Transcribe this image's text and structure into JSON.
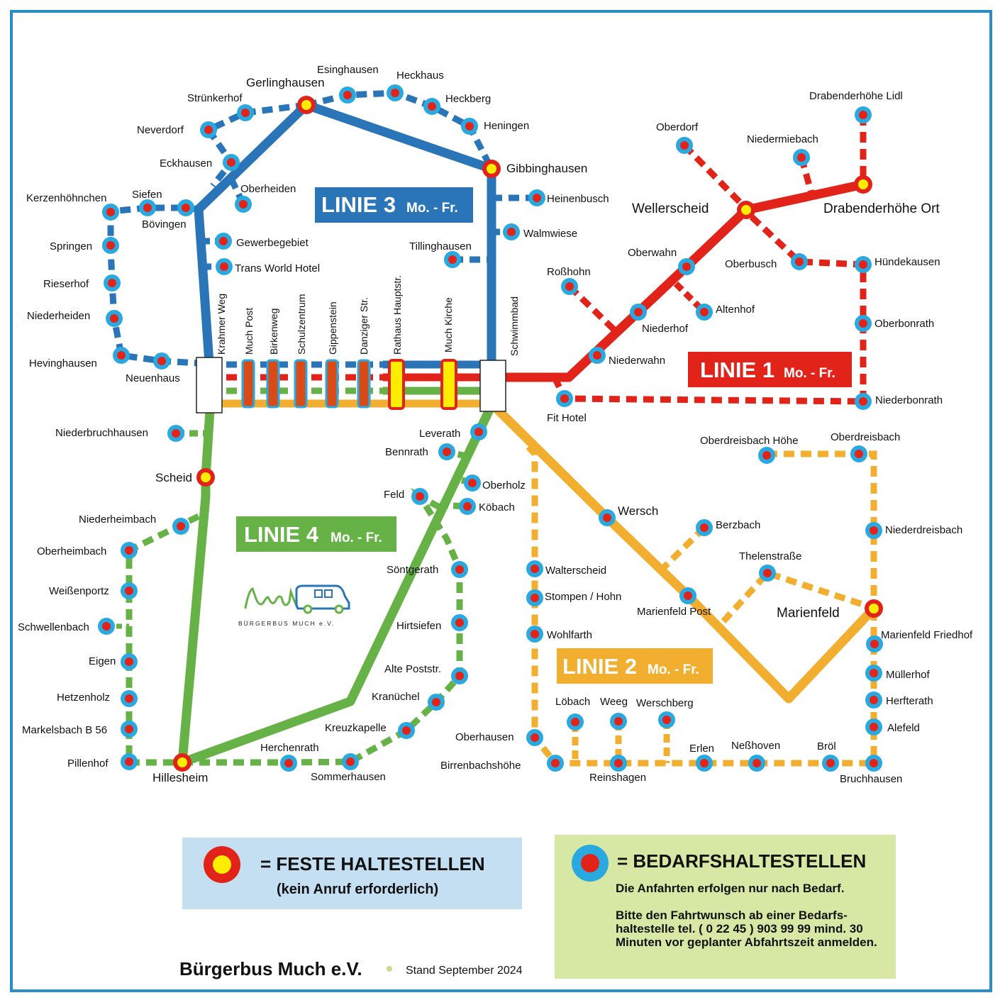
{
  "colors": {
    "linie_1": "#e2231a",
    "linie_2": "#f2ae2e",
    "linie_3": "#2a74b8",
    "linie_4": "#66b246",
    "frame": "#2a8cc8",
    "stop_fixed_outer": "#e2231a",
    "stop_fixed_inner": "#ffed00",
    "stop_demand_outer": "#2aa9e0",
    "stop_demand_inner": "#e2231a"
  },
  "lines": {
    "linie_1": {
      "name": "LINIE 1",
      "days": "Mo. - Fr."
    },
    "linie_2": {
      "name": "LINIE 2",
      "days": "Mo. - Fr."
    },
    "linie_3": {
      "name": "LINIE 3",
      "days": "Mo. - Fr."
    },
    "linie_4": {
      "name": "LINIE 4",
      "days": "Mo. - Fr."
    }
  },
  "logo": {
    "text": "BÜRGERBUS MUCH e.V.",
    "icon": "bus-logo-icon"
  },
  "legend": {
    "fixed": {
      "title": "= FESTE HALTESTELLEN",
      "subtitle": "(kein Anruf  erforderlich)"
    },
    "demand": {
      "title": "= BEDARFSHALTESTELLEN",
      "text1": "Die Anfahrten erfolgen nur nach Bedarf.",
      "text2": "Bitte den Fahrtwunsch ab einer Bedarfs-haltestelle tel. ( 0 22 45 ) 903 99 99 mind. 30 Minuten vor geplanter Abfahrtszeit anmelden."
    }
  },
  "footer": {
    "organization": "Bürgerbus Much e.V.",
    "date": "Stand September 2024"
  },
  "stops": {
    "gerlinghausen": "Gerlinghausen",
    "esinghausen": "Esinghausen",
    "heckhaus": "Heckhaus",
    "struenkerhof": "Strünkerhof",
    "heckberg": "Heckberg",
    "heningen": "Heningen",
    "neverdorf": "Neverdorf",
    "eckhausen": "Eckhausen",
    "gibbinghausen": "Gibbinghausen",
    "oberheiden": "Oberheiden",
    "kerzenhoehnchen": "Kerzenhöhnchen",
    "siefen": "Siefen",
    "boevingen": "Bövingen",
    "heinenbusch": "Heinenbusch",
    "springen": "Springen",
    "gewerbegebiet": "Gewerbegebiet",
    "walmwiese": "Walmwiese",
    "trans_world_hotel": "Trans World Hotel",
    "tillinghausen": "Tillinghausen",
    "rieserhof": "Rieserhof",
    "niederheiden": "Niederheiden",
    "hevinghausen": "Hevinghausen",
    "neuenhaus": "Neuenhaus",
    "krahmer_weg": "Krahmer Weg",
    "much_post": "Much Post",
    "birkenweg": "Birkenweg",
    "schulzentrum": "Schulzentrum",
    "gippenstein": "Gippenstein",
    "danziger_str": "Danziger Str.",
    "rathaus_hauptstr": "Rathaus Hauptstr.",
    "much_kirche": "Much Kirche",
    "schwimmbad": "Schwimmbad",
    "drabenderhoehe_lidl": "Drabenderhöhe Lidl",
    "oberdorf": "Oberdorf",
    "niedermiebach": "Niedermiebach",
    "wellerscheid": "Wellerscheid",
    "drabenderhoehe_ort": "Drabenderhöhe Ort",
    "oberwahn": "Oberwahn",
    "oberbusch": "Oberbusch",
    "huendekausen": "Hündekausen",
    "rosshohn": "Roßhohn",
    "altenhof": "Altenhof",
    "niederhof": "Niederhof",
    "oberbonrath": "Oberbonrath",
    "niederwahn": "Niederwahn",
    "fit_hotel": "Fit Hotel",
    "niederbonrath": "Niederbonrath",
    "niederbruchhausen": "Niederbruchhausen",
    "leverath": "Leverath",
    "bennrath": "Bennrath",
    "oberdreisbach_hoehe": "Oberdreisbach Höhe",
    "oberdreisbach": "Oberdreisbach",
    "scheid": "Scheid",
    "oberholz": "Oberholz",
    "feld": "Feld",
    "koebach": "Köbach",
    "wersch": "Wersch",
    "niederheimbach": "Niederheimbach",
    "niederdreisbach": "Niederdreisbach",
    "berzbach": "Berzbach",
    "oberheimbach": "Oberheimbach",
    "thelenstrasse": "Thelenstraße",
    "soentgerath": "Söntgerath",
    "walterscheid": "Walterscheid",
    "weissenportz": "Weißenportz",
    "stompen_hohn": "Stompen / Hohn",
    "marienfeld_post": "Marienfeld Post",
    "marienfeld": "Marienfeld",
    "schwellenbach": "Schwellenbach",
    "hirtsiefen": "Hirtsiefen",
    "marienfeld_friedhof": "Marienfeld Friedhof",
    "wohlfarth": "Wohlfarth",
    "eigen": "Eigen",
    "alte_poststr": "Alte Poststr.",
    "muellerhof": "Müllerhof",
    "hetzenholz": "Hetzenholz",
    "kranuechel": "Kranüchel",
    "loebach": "Löbach",
    "weeg": "Weeg",
    "werschberg": "Werschberg",
    "herfterath": "Herfterath",
    "markelsbach": "Markelsbach B 56",
    "kreuzkapelle": "Kreuzkapelle",
    "alefeld": "Alefeld",
    "oberhausen": "Oberhausen",
    "erlen": "Erlen",
    "nesshoven": "Neßhoven",
    "broel": "Bröl",
    "herchenrath": "Herchenrath",
    "pillenhof": "Pillenhof",
    "birrenbachshoehe": "Birrenbachshöhe",
    "hillesheim": "Hillesheim",
    "sommerhausen": "Sommerhausen",
    "reinshagen": "Reinshagen",
    "bruchhausen": "Bruchhausen"
  }
}
